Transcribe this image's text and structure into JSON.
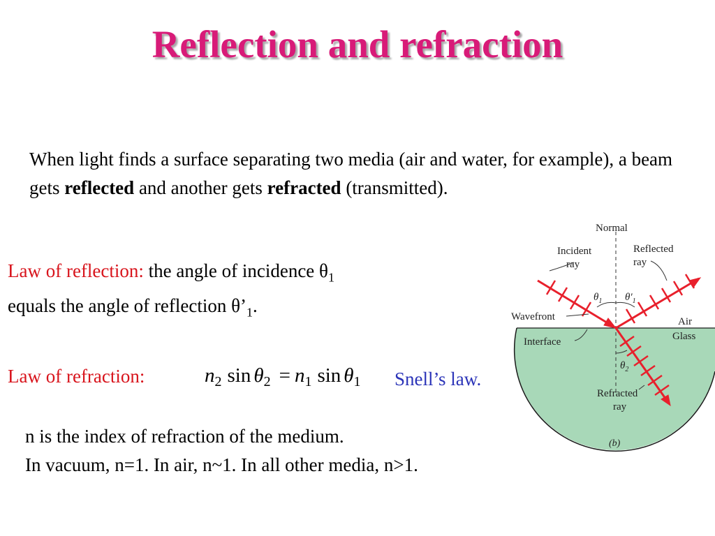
{
  "slide": {
    "title": "Reflection and refraction",
    "intro": {
      "part1": "When light finds a surface separating two media (air and water, for example), a beam gets ",
      "bold1": "reflected",
      "part2": " and another gets ",
      "bold2": "refracted",
      "part3": " (transmitted)."
    },
    "law_reflection": {
      "label": "Law of reflection:",
      "text1": " the angle of incidence θ",
      "sub1": "1",
      "text2": "equals the angle of reflection θ’",
      "sub2": "1",
      "text3": "."
    },
    "law_refraction": {
      "label": "Law of refraction:",
      "formula": {
        "n2": "n",
        "n2_sub": "2",
        "sin_left": "sin",
        "theta_left": "θ",
        "theta_left_sub": "2",
        "equals": "=",
        "n1": "n",
        "n1_sub": "1",
        "sin_right": "sin",
        "theta_right": "θ",
        "theta_right_sub": "1"
      },
      "name": "Snell’s law."
    },
    "notes": {
      "line1": "n is the index of refraction of the medium.",
      "line2": "In vacuum, n=1. In air, n~1. In all other media, n>1."
    },
    "diagram": {
      "normal": "Normal",
      "incident_line1": "Incident",
      "incident_line2": "ray",
      "reflected_line1": "Reflected",
      "reflected_line2": "ray",
      "theta1": "θ",
      "theta1_sub": "1",
      "theta1_prime": "θ′",
      "theta1_prime_sub": "1",
      "wavefront": "Wavefront",
      "air": "Air",
      "glass": "Glass",
      "interface": "Interface",
      "theta2": "θ",
      "theta2_sub": "2",
      "refracted_line1": "Refracted",
      "refracted_line2": "ray",
      "caption": "(b)"
    },
    "colors": {
      "title": "#d81b78",
      "law_labels": "#d8141c",
      "snell": "#2b34b8",
      "glass_fill": "#a8d8b8",
      "rays": "#e8202c"
    }
  }
}
